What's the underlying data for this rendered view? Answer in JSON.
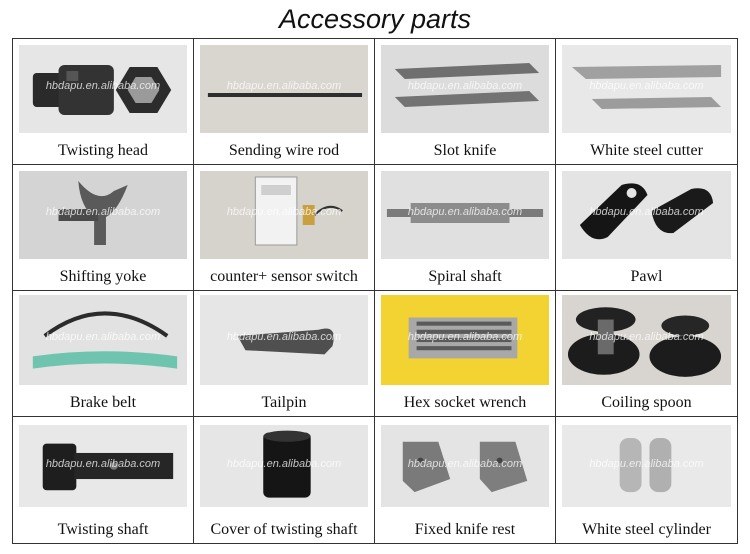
{
  "page_title": "Accessory parts",
  "watermark": "hbdapu.en.alibaba.com",
  "items": [
    {
      "label": "Twisting head"
    },
    {
      "label": "Sending wire rod"
    },
    {
      "label": "Slot knife"
    },
    {
      "label": "White steel cutter"
    },
    {
      "label": "Shifting yoke"
    },
    {
      "label": "counter+ sensor switch"
    },
    {
      "label": "Spiral shaft"
    },
    {
      "label": "Pawl"
    },
    {
      "label": "Brake belt"
    },
    {
      "label": "Tailpin"
    },
    {
      "label": "Hex socket wrench"
    },
    {
      "label": "Coiling spoon"
    },
    {
      "label": "Twisting shaft"
    },
    {
      "label": "Cover of twisting shaft"
    },
    {
      "label": "Fixed knife rest"
    },
    {
      "label": "White steel cylinder"
    }
  ]
}
